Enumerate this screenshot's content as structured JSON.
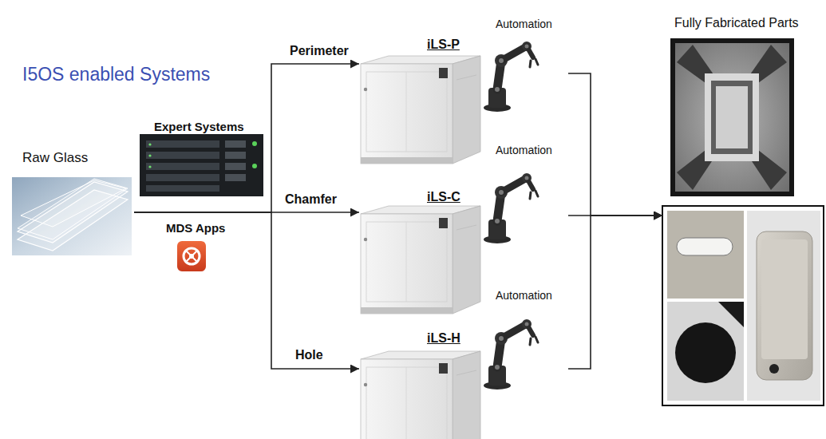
{
  "diagram": {
    "title": "I5OS enabled Systems",
    "nodes": [
      {
        "text": [
          "Raw Glass"
        ]
      },
      {
        "text": [
          "iLS-P"
        ]
      },
      {
        "text": [
          "Automation"
        ]
      },
      {
        "text": [
          "iLS-C"
        ]
      },
      {
        "text": [
          "Automation"
        ]
      },
      {
        "text": [
          "iLS-H"
        ]
      },
      {
        "text": [
          "Automation"
        ]
      },
      {
        "text": [
          "Fully Fabricated Parts"
        ]
      }
    ],
    "edges": [
      {
        "from": 0,
        "to": 1,
        "arrow": "to",
        "label": "Perimeter"
      },
      {
        "from": 0,
        "to": 3,
        "arrow": "to",
        "label": "Chamfer"
      },
      {
        "from": 0,
        "to": 5,
        "arrow": "to",
        "label": "Hole"
      },
      {
        "from": 2,
        "to": 7,
        "arrow": "to"
      },
      {
        "from": 4,
        "to": 7,
        "arrow": "to"
      },
      {
        "from": 6,
        "to": 7,
        "arrow": "to"
      }
    ],
    "labels": [
      "Expert Systems",
      "MDS Apps"
    ]
  }
}
